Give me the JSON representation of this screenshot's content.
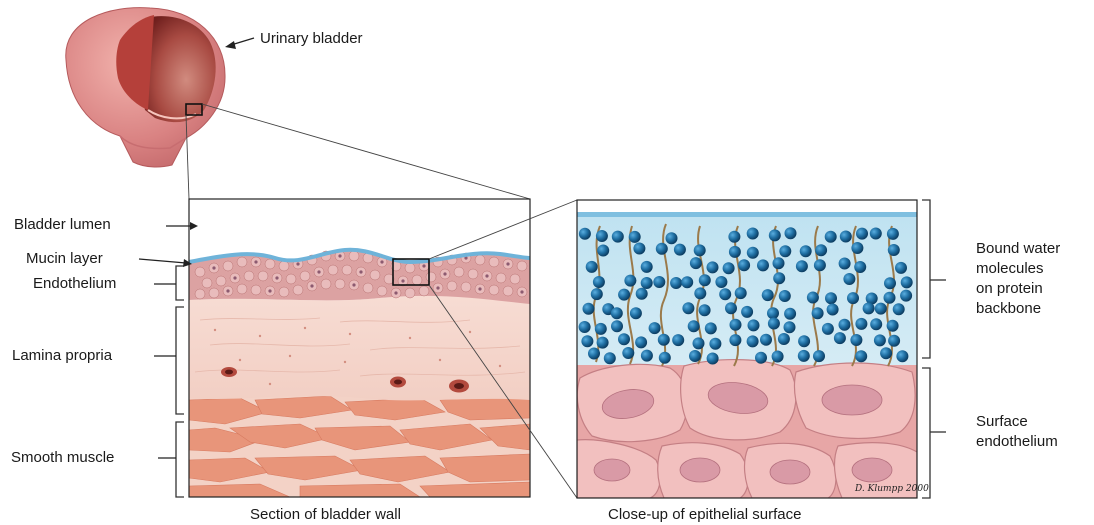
{
  "labels": {
    "urinary_bladder": "Urinary bladder",
    "bladder_lumen": "Bladder lumen",
    "mucin_layer": "Mucin layer",
    "endothelium": "Endothelium",
    "lamina_propria": "Lamina propria",
    "smooth_muscle": "Smooth muscle",
    "bound_water_lines": [
      "Bound water",
      "molecules",
      "on protein",
      "backbone"
    ],
    "surface_endothelium_lines": [
      "Surface",
      "endothelium"
    ]
  },
  "captions": {
    "section": "Section of bladder wall",
    "closeup": "Close-up of epithelial surface"
  },
  "signature": "D. Klumpp 2000",
  "colors": {
    "bladder_outer": "#dc8a8a",
    "bladder_inner": "#8c2f2a",
    "mucin": "#6fb3d9",
    "endothelium": "#d79a9a",
    "lamina": "#f5d6cc",
    "muscle": "#e8957a",
    "water_molecule": "#1f6fa3",
    "water_bg": "#c9e6f2",
    "cell_fill": "#f0b9b8",
    "nucleus": "#d99aa6"
  }
}
